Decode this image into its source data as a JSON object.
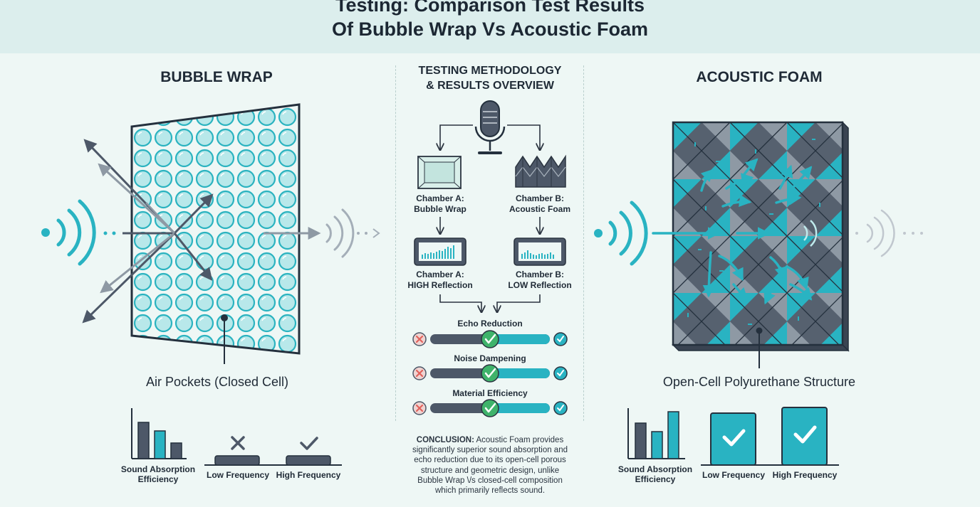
{
  "title": {
    "line1": "Testing: Comparison Test Results",
    "line2": "Of Bubble Wrap Vs Acoustic Foam"
  },
  "colors": {
    "accent": "#29b3c2",
    "dark": "#4d5868",
    "background": "#eef7f5",
    "reject": "#e1615b",
    "approve": "#3fb36b"
  },
  "left_panel": {
    "heading": "BUBBLE WRAP",
    "callout": "Air Pockets (Closed Cell)",
    "chart_label_1": "Sound Absorption",
    "chart_label_2": "Efficiency",
    "low_label": "Low Frequency",
    "high_label": "High Frequency",
    "low_icon": "cross-icon",
    "high_icon": "check-icon"
  },
  "center_panel": {
    "heading_1": "TESTING METHODOLOGY",
    "heading_2": "& RESULTS OVERVIEW",
    "icon": "microphone-icon",
    "chamber_a_1": "Chamber A:",
    "chamber_a_2": "Bubble Wrap",
    "chamber_b_1": "Chamber B:",
    "chamber_b_2": "Acoustic Foam",
    "result_a_1": "Chamber A:",
    "result_a_2": "HIGH Reflection",
    "result_b_1": "Chamber B:",
    "result_b_2": "LOW Reflection",
    "metrics": [
      "Echo Reduction",
      "Noise Dampening",
      "Material Efficiency"
    ],
    "conclusion_label": "CONCLUSION:",
    "conclusion_text": " Acoustic Foam provides significantly superior sound absorption and echo reduction due to its open-cell porous structure and geometric design, unlike Bubble Wrap \\/s closed-cell composition which primarily reflects sound."
  },
  "right_panel": {
    "heading": "ACOUSTIC FOAM",
    "callout": "Open-Cell Polyurethane Structure",
    "chart_label_1": "Sound Absorption",
    "chart_label_2": "Efficiency",
    "low_label": "Low Frequency",
    "high_label": "High Frequency",
    "low_icon": "check-icon",
    "high_icon": "check-icon"
  }
}
